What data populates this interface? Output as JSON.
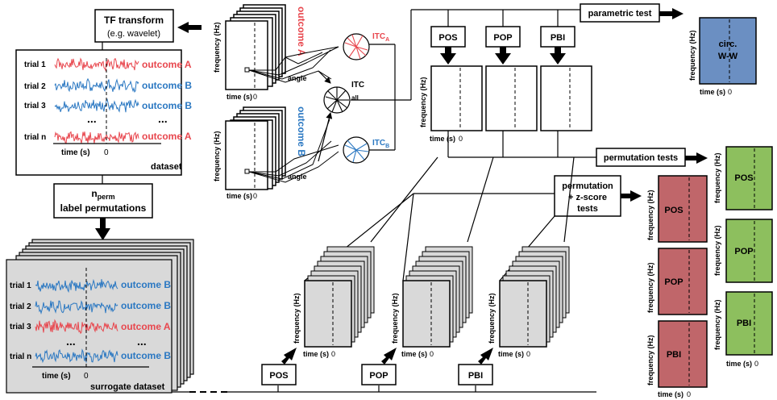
{
  "tf_transform": {
    "line1": "TF transform",
    "line2": "(e.g. wavelet)"
  },
  "dataset": {
    "trials": [
      {
        "label": "trial 1",
        "outcome": "outcome A"
      },
      {
        "label": "trial 2",
        "outcome": "outcome B"
      },
      {
        "label": "trial 3",
        "outcome": "outcome B"
      },
      {
        "label": "trial n",
        "outcome": "outcome A"
      }
    ],
    "ellipsis": "...",
    "time_axis": "time (s)",
    "zero": "0",
    "caption": "dataset"
  },
  "permutations": {
    "n": "n",
    "sub": "perm",
    "line2": "label permutations"
  },
  "surrogate": {
    "trials": [
      {
        "label": "trial 1",
        "outcome": "outcome B"
      },
      {
        "label": "trial 2",
        "outcome": "outcome B"
      },
      {
        "label": "trial 3",
        "outcome": "outcome A"
      },
      {
        "label": "trial n",
        "outcome": "outcome B"
      }
    ],
    "ellipsis": "...",
    "time_axis": "time (s)",
    "zero": "0",
    "caption": "surrogate dataset"
  },
  "tf_maps": {
    "freq_label": "frequency (Hz)",
    "time_label": "time (s)",
    "zero": "0",
    "outcome_a": "outcome A",
    "outcome_b": "outcome B",
    "angle": "angle"
  },
  "itc": {
    "base": "ITC",
    "a_sub": "A",
    "b_sub": "B",
    "all_sub": "all"
  },
  "measures": {
    "pos": "POS",
    "pop": "POP",
    "pbi": "PBI"
  },
  "tests": {
    "parametric": "parametric test",
    "circ_line1": "circ.",
    "circ_line2": "W-W",
    "permutation": "permutation tests",
    "perm_z_line1": "permutation",
    "perm_z_line2": "+ z-score",
    "perm_z_line3": "tests"
  },
  "colors": {
    "red": "#e8474e",
    "blue": "#2b78c2",
    "red_result": "#c0666a",
    "green_result": "#8dbf5e",
    "blue_result": "#6b8fc2",
    "gray_stack": "#d9d9d9"
  }
}
